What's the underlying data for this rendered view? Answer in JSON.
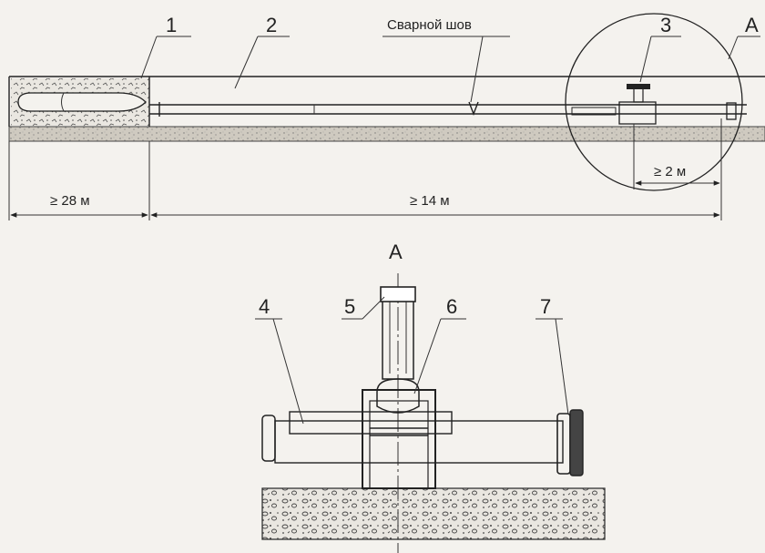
{
  "callouts": {
    "n1": "1",
    "n2": "2",
    "n3": "3",
    "n4": "4",
    "n5": "5",
    "n6": "6",
    "n7": "7"
  },
  "weld_label": "Сварной шов",
  "detail_mark": "А",
  "dimensions": {
    "left": "≥ 28 м",
    "main": "≥ 14 м",
    "detail": "≥ 2 м"
  },
  "colors": {
    "ink": "#222222",
    "ground": "#cfcac0",
    "paper": "#f4f2ee"
  }
}
